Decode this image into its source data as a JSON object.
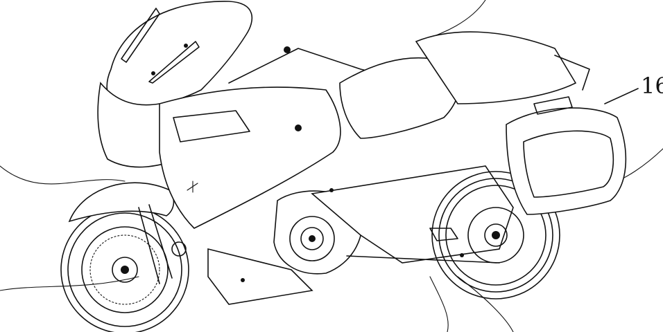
{
  "figure": {
    "type": "patent line drawing",
    "subject": "touring motorcycle, right-side three-quarter view",
    "colors": {
      "line": "#111111",
      "background": "#ffffff"
    },
    "reference_labels": [
      {
        "id": "16",
        "text": "16",
        "points_to": "rear side pannier case"
      }
    ]
  }
}
